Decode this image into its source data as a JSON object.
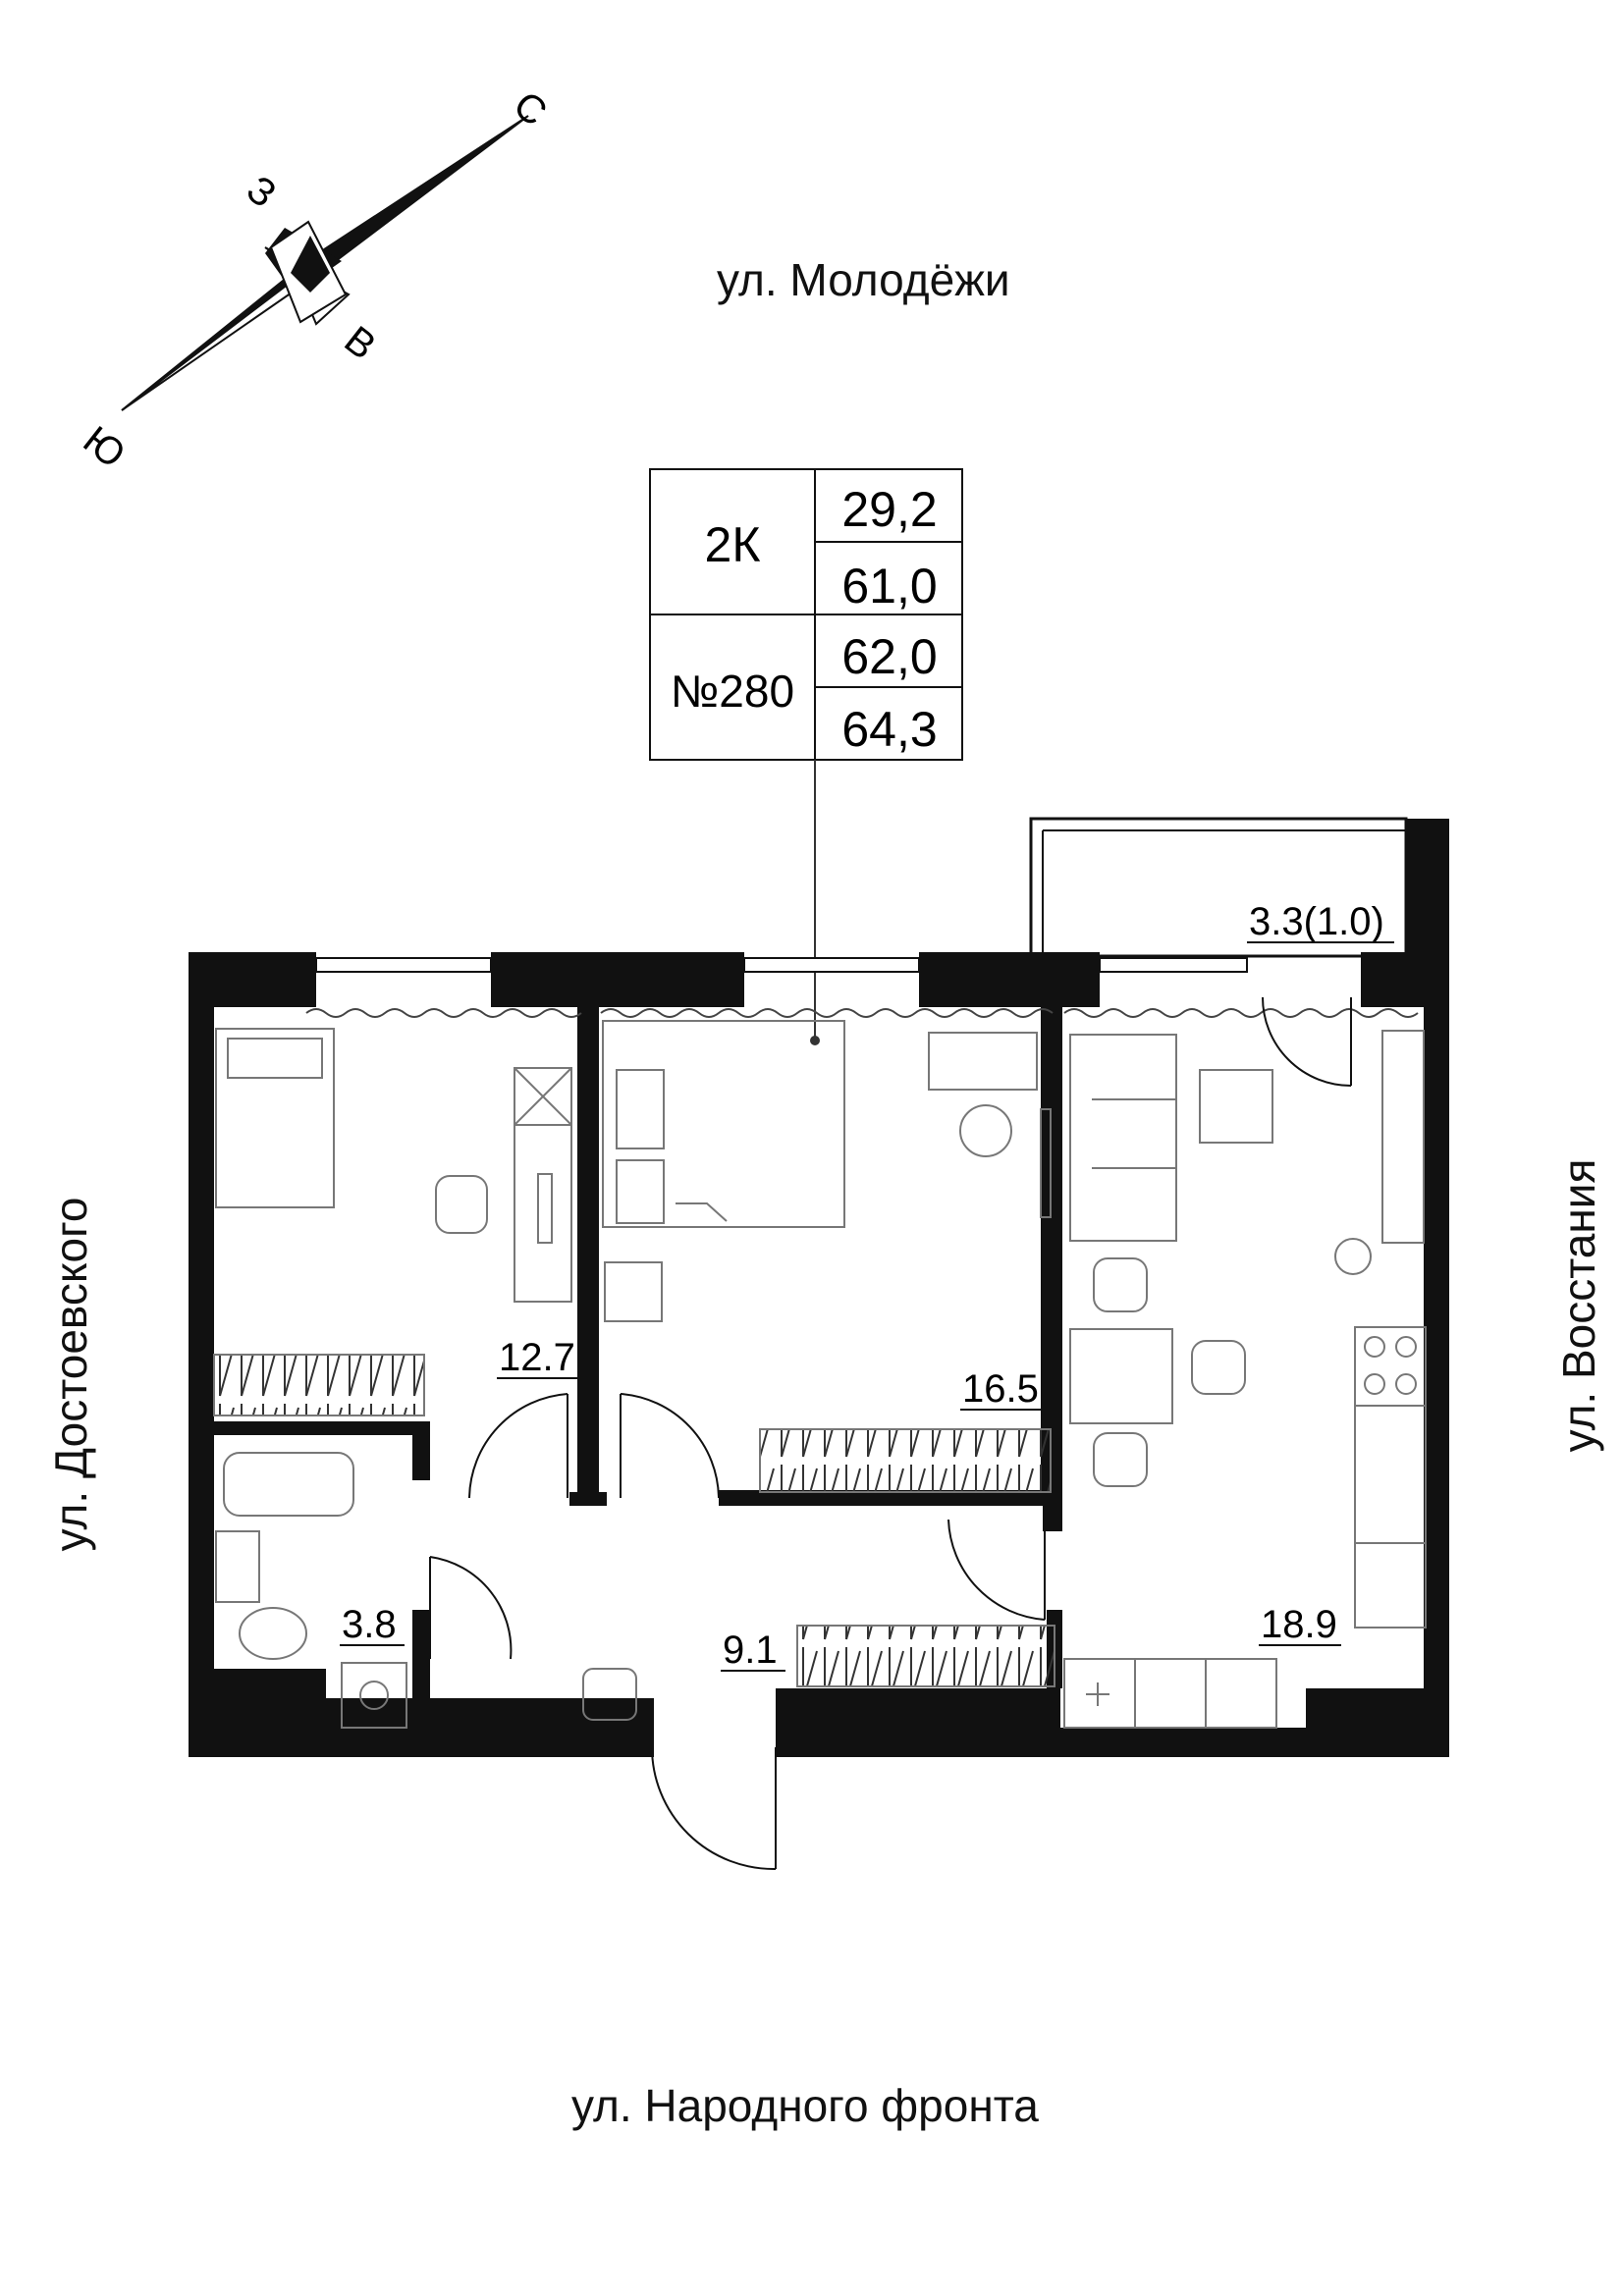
{
  "compass": {
    "north": "С",
    "south": "Ю",
    "east": "В",
    "west": "З"
  },
  "streets": {
    "top": "ул. Молодёжи",
    "bottom": "ул. Народного фронта",
    "left": "ул. Достоевского",
    "right": "ул. Восстания"
  },
  "info_box": {
    "rooms": "2К",
    "number": "№280",
    "values": [
      "29,2",
      "61,0",
      "62,0",
      "64,3"
    ]
  },
  "rooms": {
    "bedroom_small": "12.7",
    "bedroom_large": "16.5",
    "kitchen_living": "18.9",
    "bathroom": "3.8",
    "hall": "9.1",
    "balcony": "3.3(1.0)"
  }
}
